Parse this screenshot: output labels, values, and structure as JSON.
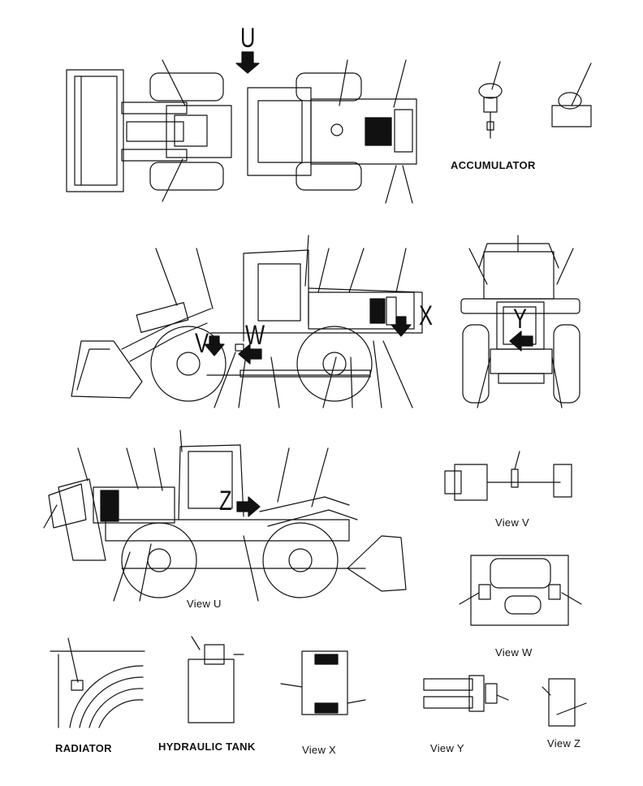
{
  "view_letters": {
    "u": "U",
    "v": "V",
    "w": "W",
    "x": "X",
    "y": "Y",
    "z": "Z"
  },
  "captions": {
    "accumulator": "ACCUMULATOR",
    "view_u": "View U",
    "view_v": "View V",
    "view_w": "View W",
    "radiator": "RADIATOR",
    "hydraulic_tank": "HYDRAULIC TANK",
    "view_x": "View X",
    "view_y": "View Y",
    "view_z": "View Z"
  },
  "colors": {
    "ink": "#111111",
    "decal_fill": "#111111",
    "background": "#ffffff"
  }
}
